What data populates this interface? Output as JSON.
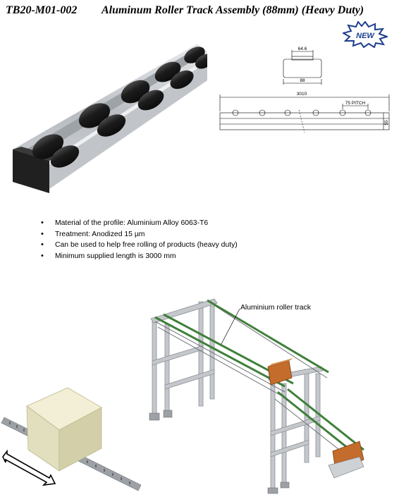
{
  "header": {
    "code": "TB20-M01-002",
    "title": "Aluminum Roller Track Assembly (88mm) (Heavy Duty)",
    "badge": "NEW"
  },
  "drawing": {
    "dim_top_width": "64.6",
    "dim_width": "88",
    "dim_length": "3010",
    "dim_pitch": "75 PITCH",
    "dim_height": "55"
  },
  "features": [
    "Material of the profile: Aluminium Alloy 6063-T6",
    "Treatment: Anodized 15 µm",
    "Can be used to help free rolling of products (heavy duty)",
    "Minimum supplied length is 3000 mm"
  ],
  "illustration": {
    "callout": "Aluminium roller track"
  },
  "colors": {
    "roller": "#1e1e1e",
    "profile": "#c9ccd0",
    "frame": "#a6a9ad",
    "track_green": "#3f7f3a",
    "crate": "#b9662a",
    "box": "#e9e6c7",
    "badge_blue": "#1d3f8f"
  }
}
